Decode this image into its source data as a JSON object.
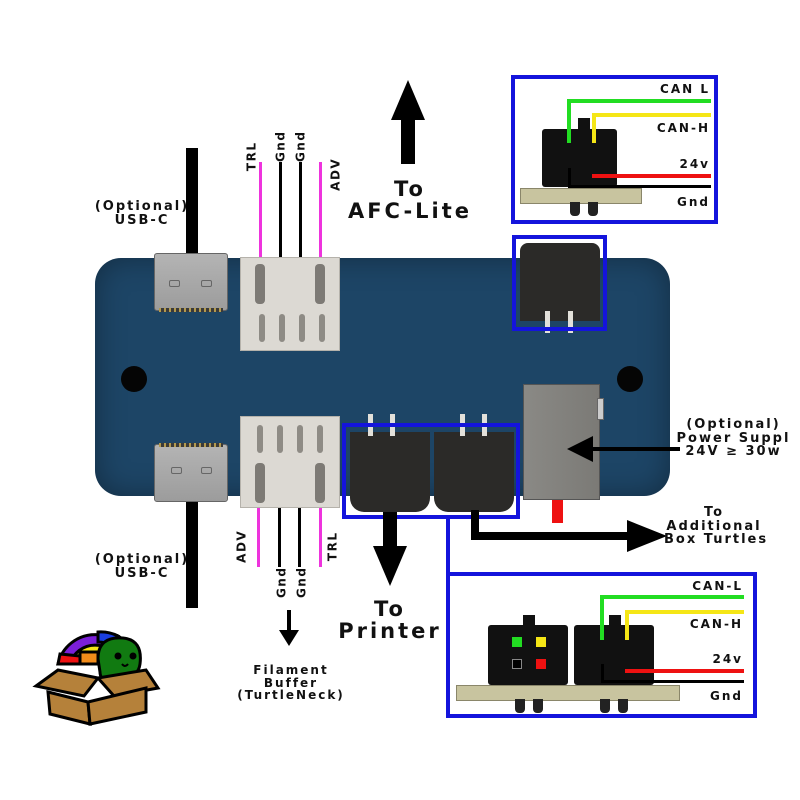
{
  "labels": {
    "usb_top": "(Optional)\nUSB-C",
    "usb_bottom": "(Optional)\nUSB-C",
    "afc_lite": "To\nAFC-Lite",
    "printer": "To\nPrinter",
    "power_supply": "(Optional)\nPower Suppl\n24V ≥ 30w",
    "additional": "To\nAdditional\nBox Turtles",
    "filament_buffer": "Filament\nBuffer\n(TurtleNeck)"
  },
  "top_header_pins": [
    "TRL",
    "Gnd",
    "Gnd",
    "ADV"
  ],
  "bottom_header_pins": [
    "ADV",
    "Gnd",
    "Gnd",
    "TRL"
  ],
  "can_top": {
    "signals": [
      "CAN L",
      "CAN-H",
      "24v",
      "Gnd"
    ]
  },
  "can_bottom": {
    "signals": [
      "CAN-L",
      "CAN-H",
      "24v",
      "Gnd"
    ]
  },
  "colors": {
    "board": "#1d4566",
    "highlight_box": "#1414dc",
    "can_l": "#22dd22",
    "can_h": "#f5e616",
    "v24": "#ee1111",
    "gnd": "#000000",
    "signal_pink": "#ee33dd"
  },
  "logo": {
    "name": "box-turtle-logo"
  }
}
